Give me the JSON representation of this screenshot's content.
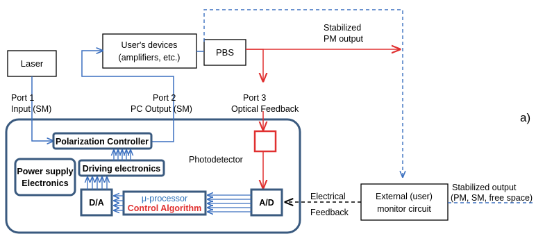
{
  "figure_label": "a)",
  "blocks": {
    "laser": "Laser",
    "users_devices": [
      "User's devices",
      "(amplifiers, etc.)"
    ],
    "pbs": "PBS",
    "polarization_controller": "Polarization Controller",
    "driving_electronics": "Driving electronics",
    "power_supply": [
      "Power supply",
      "Electronics"
    ],
    "da": "D/A",
    "processor": "μ-processor",
    "control_algorithm": "Control Algorithm",
    "ad": "A/D",
    "external_monitor": [
      "External (user)",
      "monitor circuit"
    ]
  },
  "labels": {
    "port1": [
      "Port 1",
      "Input (SM)"
    ],
    "port2": [
      "Port 2",
      "PC Output (SM)"
    ],
    "port3": [
      "Port 3",
      "Optical Feedback"
    ],
    "stabilized_pm": [
      "Stabilized",
      "PM output"
    ],
    "photodetector": "Photodetector",
    "electrical_feedback": [
      "Electrical",
      "Feedback"
    ],
    "stabilized_output": [
      "Stabilized output",
      "(PM, SM, free space)"
    ]
  },
  "colors": {
    "box_border": "#3a5a7f",
    "blue_line": "#3a6fbf",
    "red_line": "#e03030",
    "processor_text": "#2a6fb8",
    "algorithm_text": "#e03030"
  }
}
